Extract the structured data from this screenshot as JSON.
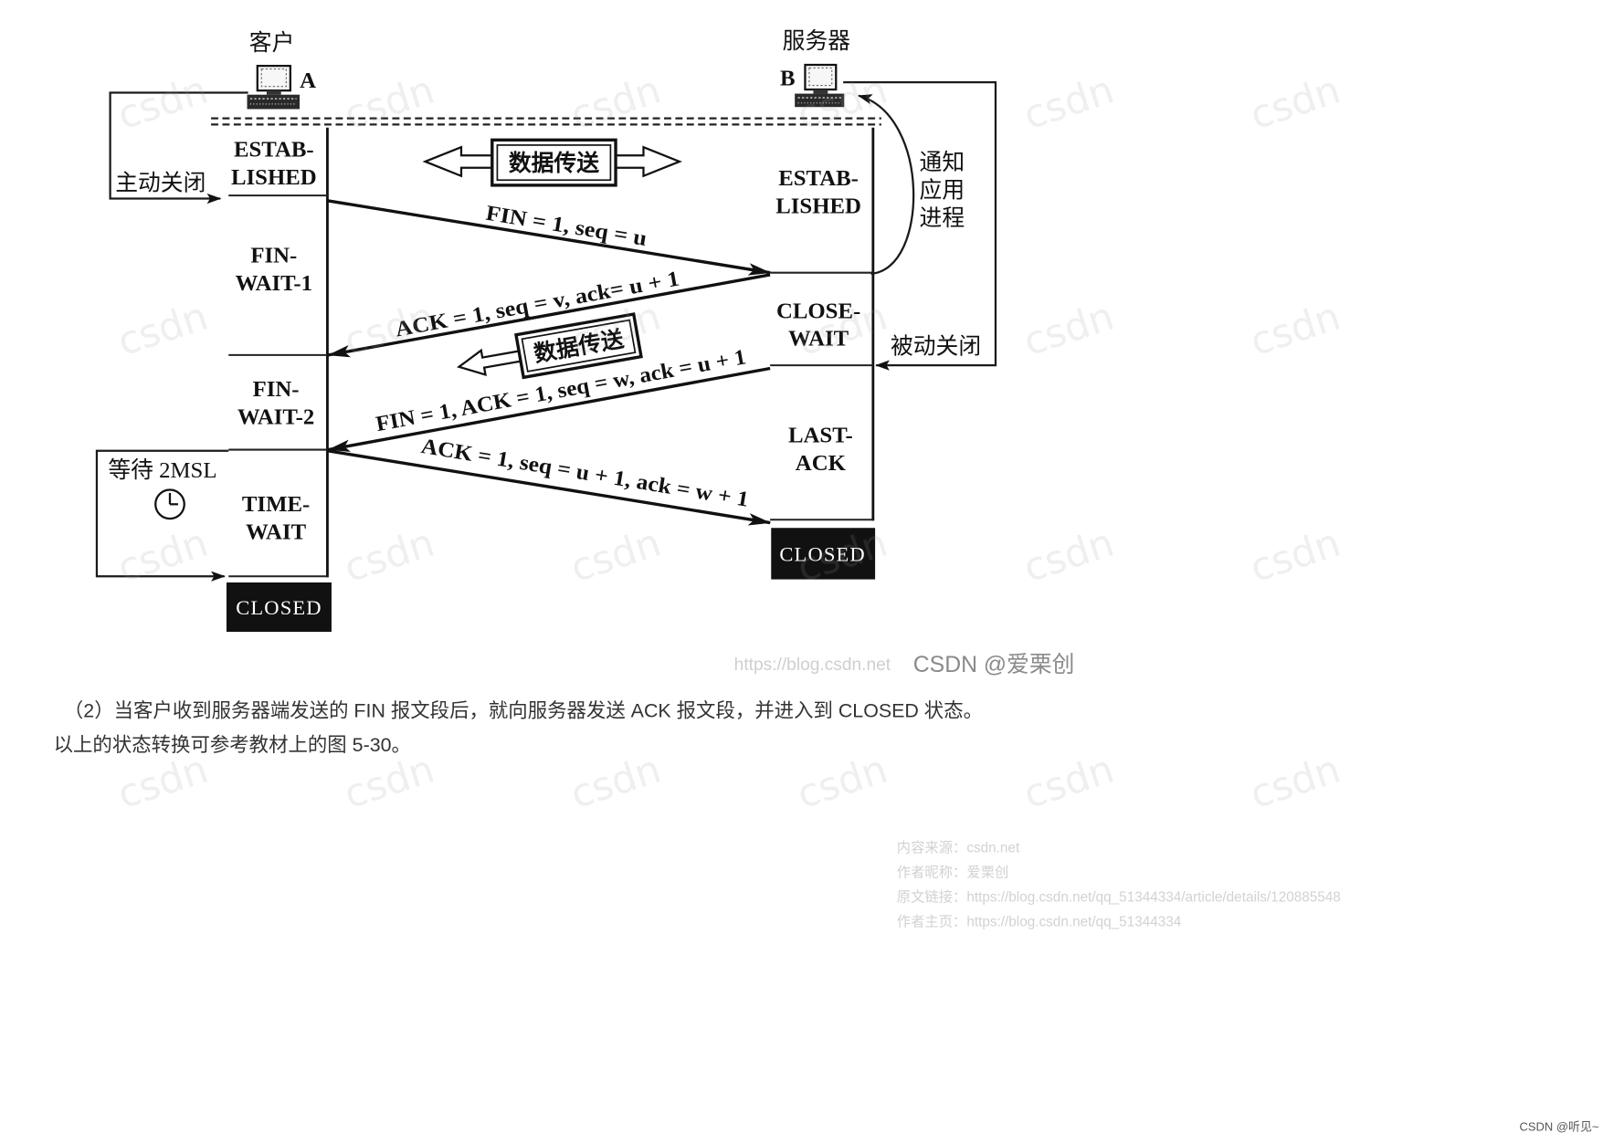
{
  "diagram": {
    "client": {
      "title": "客户",
      "host_label": "A"
    },
    "server": {
      "title": "服务器",
      "host_label": "B"
    },
    "data_transfer_label": "数据传送",
    "client_states": {
      "established": [
        "ESTAB-",
        "LISHED"
      ],
      "fin_wait_1": [
        "FIN-",
        "WAIT-1"
      ],
      "fin_wait_2": [
        "FIN-",
        "WAIT-2"
      ],
      "time_wait": [
        "TIME-",
        "WAIT"
      ],
      "closed": "CLOSED"
    },
    "server_states": {
      "established": [
        "ESTAB-",
        "LISHED"
      ],
      "close_wait": [
        "CLOSE-",
        "WAIT"
      ],
      "last_ack": [
        "LAST-",
        "ACK"
      ],
      "closed": "CLOSED"
    },
    "active_close": "主动关闭",
    "passive_close": "被动关闭",
    "notify_app": [
      "通知",
      "应用",
      "进程"
    ],
    "wait_2msl": "等待 2MSL",
    "segments": [
      "FIN = 1, seq = u",
      "ACK = 1, seq = v, ack= u + 1",
      "FIN = 1, ACK = 1, seq = w, ack = u + 1",
      "ACK = 1, seq = u + 1, ack = w + 1"
    ],
    "image_watermark": {
      "url": "https://blog.csdn.net",
      "author": "CSDN @爱栗创"
    }
  },
  "article": {
    "paragraphs": [
      "（2）当客户收到服务器端发送的 FIN 报文段后，就向服务器发送 ACK 报文段，并进入到 CLOSED 状态。",
      "以上的状态转换可参考教材上的图 5-30。"
    ]
  },
  "source_info": [
    "内容来源：csdn.net",
    "作者昵称：爱栗创",
    "原文链接：https://blog.csdn.net/qq_51344334/article/details/120885548",
    "作者主页：https://blog.csdn.net/qq_51344334"
  ],
  "watermark": {
    "text": "csdn"
  },
  "footer": {
    "author_tag": "CSDN @听见~"
  }
}
